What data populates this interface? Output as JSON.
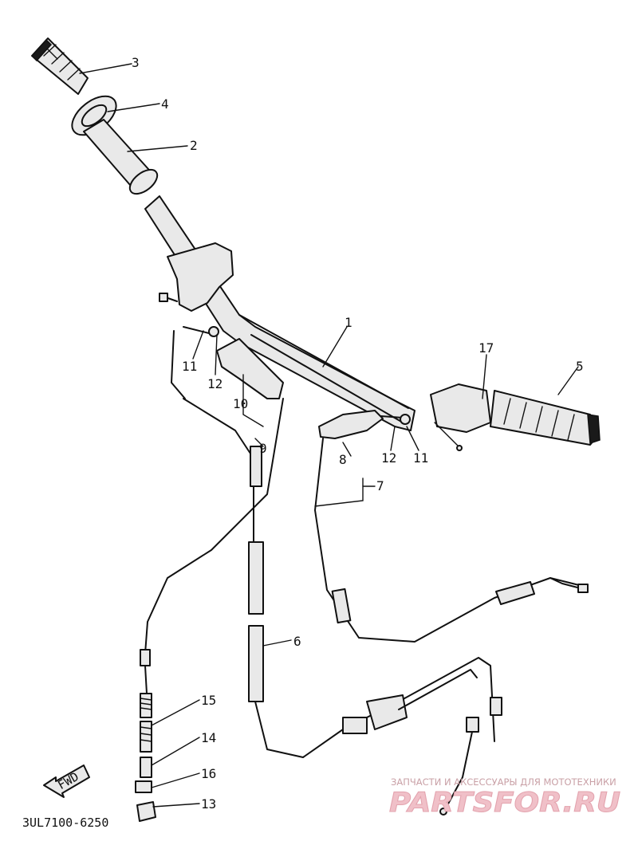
{
  "callouts": [
    {
      "id": "label-3",
      "text": "3"
    },
    {
      "id": "label-4",
      "text": "4"
    },
    {
      "id": "label-2",
      "text": "2"
    },
    {
      "id": "label-1",
      "text": "1"
    },
    {
      "id": "label-17",
      "text": "17"
    },
    {
      "id": "label-5",
      "text": "5"
    },
    {
      "id": "label-11-left",
      "text": "11"
    },
    {
      "id": "label-12-left",
      "text": "12"
    },
    {
      "id": "label-10",
      "text": "10"
    },
    {
      "id": "label-9",
      "text": "9"
    },
    {
      "id": "label-8",
      "text": "8"
    },
    {
      "id": "label-12-right",
      "text": "12"
    },
    {
      "id": "label-11-right",
      "text": "11"
    },
    {
      "id": "label-7",
      "text": "7"
    },
    {
      "id": "label-6",
      "text": "6"
    },
    {
      "id": "label-15",
      "text": "15"
    },
    {
      "id": "label-14",
      "text": "14"
    },
    {
      "id": "label-16",
      "text": "16"
    },
    {
      "id": "label-13",
      "text": "13"
    }
  ],
  "fwd_label": "FWD",
  "diagram_code": "3UL7100-6250",
  "watermark": {
    "tagline": "ЗАПЧАСТИ И АКСЕССУАРЫ ДЛЯ МОТОТЕХНИКИ",
    "brand": "PARTSFOR.RU"
  }
}
